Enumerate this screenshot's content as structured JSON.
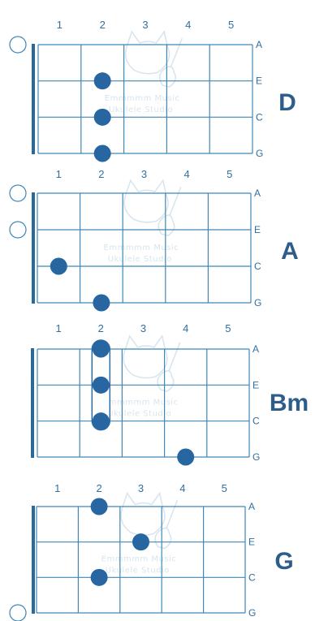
{
  "colors": {
    "grid": "#3f87b6",
    "nut": "#2a6a9a",
    "dot": "#2766a0",
    "text": "#2f6f9f",
    "chord_label": "#2d5d88",
    "watermark": "#b7cfe0"
  },
  "watermark": {
    "line1": "Emmmmm Music",
    "line2": "Ukulele Studio",
    "icon": "cat-with-ukulele-icon"
  },
  "chords": [
    {
      "name": "D",
      "fret_numbers": [
        "1",
        "2",
        "3",
        "4",
        "5"
      ],
      "strings": [
        "A",
        "E",
        "C",
        "G"
      ],
      "open_strings": [
        0
      ],
      "dots": [
        {
          "string": 1,
          "fret": 2
        },
        {
          "string": 2,
          "fret": 2
        },
        {
          "string": 3,
          "fret": 2
        }
      ],
      "barre": null
    },
    {
      "name": "A",
      "fret_numbers": [
        "1",
        "2",
        "3",
        "4",
        "5"
      ],
      "strings": [
        "A",
        "E",
        "C",
        "G"
      ],
      "open_strings": [
        0,
        1
      ],
      "dots": [
        {
          "string": 2,
          "fret": 1
        },
        {
          "string": 3,
          "fret": 2
        }
      ],
      "barre": null
    },
    {
      "name": "Bm",
      "fret_numbers": [
        "1",
        "2",
        "3",
        "4",
        "5"
      ],
      "strings": [
        "A",
        "E",
        "C",
        "G"
      ],
      "open_strings": [],
      "dots": [
        {
          "string": 0,
          "fret": 2
        },
        {
          "string": 1,
          "fret": 2
        },
        {
          "string": 2,
          "fret": 2
        },
        {
          "string": 3,
          "fret": 4
        }
      ],
      "barre": {
        "fret": 2,
        "from_string": 0,
        "to_string": 2
      }
    },
    {
      "name": "G",
      "fret_numbers": [
        "1",
        "2",
        "3",
        "4",
        "5"
      ],
      "strings": [
        "A",
        "E",
        "C",
        "G"
      ],
      "open_strings": [
        3
      ],
      "dots": [
        {
          "string": 0,
          "fret": 2
        },
        {
          "string": 1,
          "fret": 3
        },
        {
          "string": 2,
          "fret": 2
        }
      ],
      "barre": null
    }
  ]
}
